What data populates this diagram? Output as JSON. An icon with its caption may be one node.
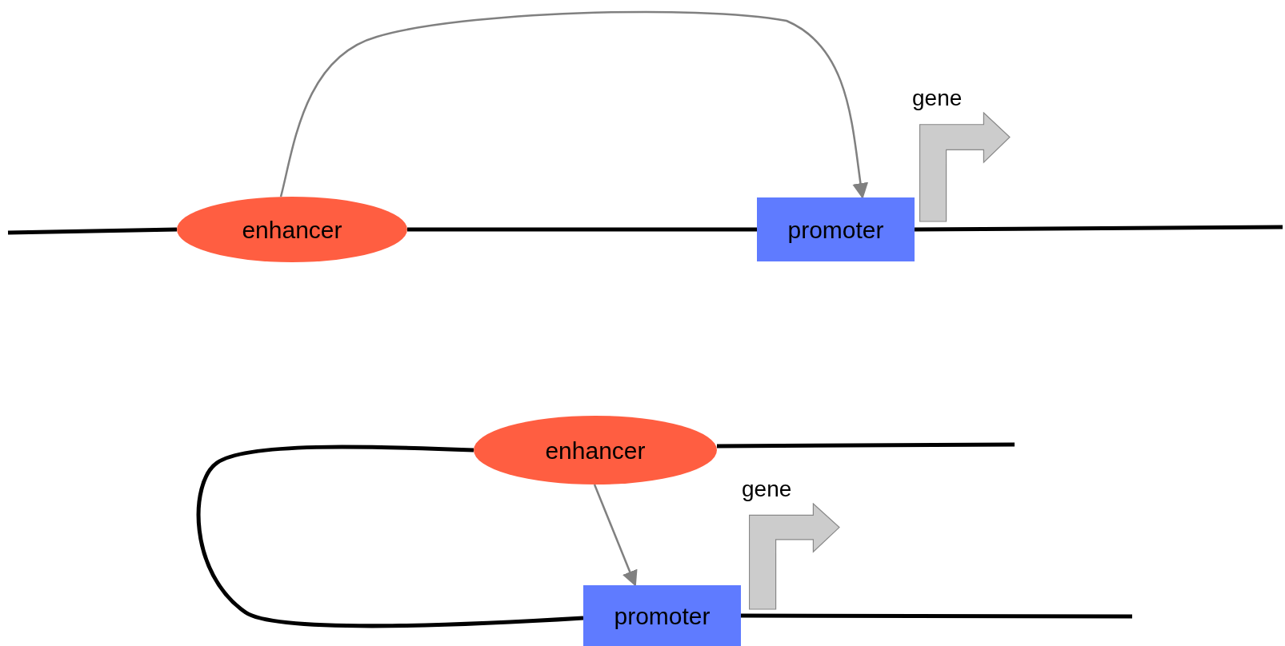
{
  "diagram": {
    "nodes": [
      {
        "text": [
          "enhancer"
        ]
      },
      {
        "text": [
          "promoter"
        ]
      },
      {
        "text": [
          "gene"
        ]
      },
      {
        "text": [
          "enhancer"
        ]
      },
      {
        "text": [
          "promoter"
        ]
      },
      {
        "text": [
          "gene"
        ]
      }
    ],
    "edges": [
      {
        "from": 0,
        "to": 1,
        "arrow": "to",
        "color": "#808080"
      },
      {
        "from": null,
        "to": 0,
        "arrow": "none"
      },
      {
        "from": 0,
        "to": 1,
        "arrow": "none"
      },
      {
        "from": 1,
        "to": null,
        "arrow": "none"
      },
      {
        "from": 3,
        "to": 4,
        "arrow": "to",
        "color": "#808080"
      },
      {
        "from": 3,
        "to": null,
        "arrow": "none"
      },
      {
        "from": 3,
        "to": 4,
        "arrow": "none"
      },
      {
        "from": 4,
        "to": null,
        "arrow": "none"
      }
    ]
  }
}
